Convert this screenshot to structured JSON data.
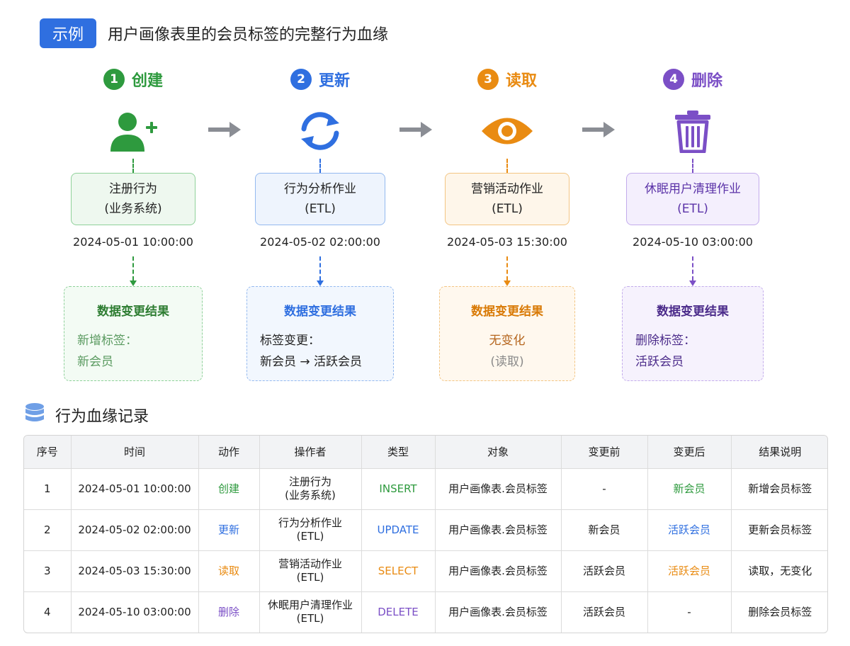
{
  "header": {
    "badge": "示例",
    "title": "用户画像表里的会员标签的完整行为血缘"
  },
  "stages": [
    {
      "num": "1",
      "title": "创建",
      "icon": "add-user-icon",
      "color": "#2e9a3e",
      "actor_line1": "注册行为",
      "actor_line2": "(业务系统)",
      "time": "2024-05-01 10:00:00",
      "result_title": "数据变更结果",
      "result_line1": "新增标签：",
      "result_line2": "新会员"
    },
    {
      "num": "2",
      "title": "更新",
      "icon": "refresh-icon",
      "color": "#2f6fe0",
      "actor_line1": "行为分析作业",
      "actor_line2": "(ETL)",
      "time": "2024-05-02 02:00:00",
      "result_title": "数据变更结果",
      "result_line1": "标签变更：",
      "result_line2": "新会员 → 活跃会员"
    },
    {
      "num": "3",
      "title": "读取",
      "icon": "eye-icon",
      "color": "#e98b12",
      "actor_line1": "营销活动作业",
      "actor_line2": "(ETL)",
      "time": "2024-05-03 15:30:00",
      "result_title": "数据变更结果",
      "result_line1": "无变化",
      "result_line2": "(读取)"
    },
    {
      "num": "4",
      "title": "删除",
      "icon": "trash-icon",
      "color": "#7b4fc6",
      "actor_line1": "休眠用户清理作业",
      "actor_line2": "(ETL)",
      "time": "2024-05-10 03:00:00",
      "result_title": "数据变更结果",
      "result_line1": "删除标签：",
      "result_line2": "活跃会员"
    }
  ],
  "section": {
    "title": "行为血缘记录",
    "icon": "database-icon"
  },
  "table": {
    "headers": [
      "序号",
      "时间",
      "动作",
      "操作者",
      "类型",
      "对象",
      "变更前",
      "变更后",
      "结果说明"
    ],
    "rows": [
      {
        "seq": "1",
        "time": "2024-05-01 10:00:00",
        "action": "创建",
        "operator_line1": "注册行为",
        "operator_line2": "(业务系统)",
        "type": "INSERT",
        "object": "用户画像表.会员标签",
        "before": "-",
        "after": "新会员",
        "result": "新增会员标签",
        "color": "#2e9a3e"
      },
      {
        "seq": "2",
        "time": "2024-05-02 02:00:00",
        "action": "更新",
        "operator_line1": "行为分析作业",
        "operator_line2": "(ETL)",
        "type": "UPDATE",
        "object": "用户画像表.会员标签",
        "before": "新会员",
        "after": "活跃会员",
        "result": "更新会员标签",
        "color": "#2f6fe0"
      },
      {
        "seq": "3",
        "time": "2024-05-03 15:30:00",
        "action": "读取",
        "operator_line1": "营销活动作业",
        "operator_line2": "(ETL)",
        "type": "SELECT",
        "object": "用户画像表.会员标签",
        "before": "活跃会员",
        "after": "活跃会员",
        "result": "读取，无变化",
        "color": "#e98b12"
      },
      {
        "seq": "4",
        "time": "2024-05-10 03:00:00",
        "action": "删除",
        "operator_line1": "休眠用户清理作业",
        "operator_line2": "(ETL)",
        "type": "DELETE",
        "object": "用户画像表.会员标签",
        "before": "活跃会员",
        "after": "-",
        "result": "删除会员标签",
        "color": "#7b4fc6"
      }
    ]
  }
}
